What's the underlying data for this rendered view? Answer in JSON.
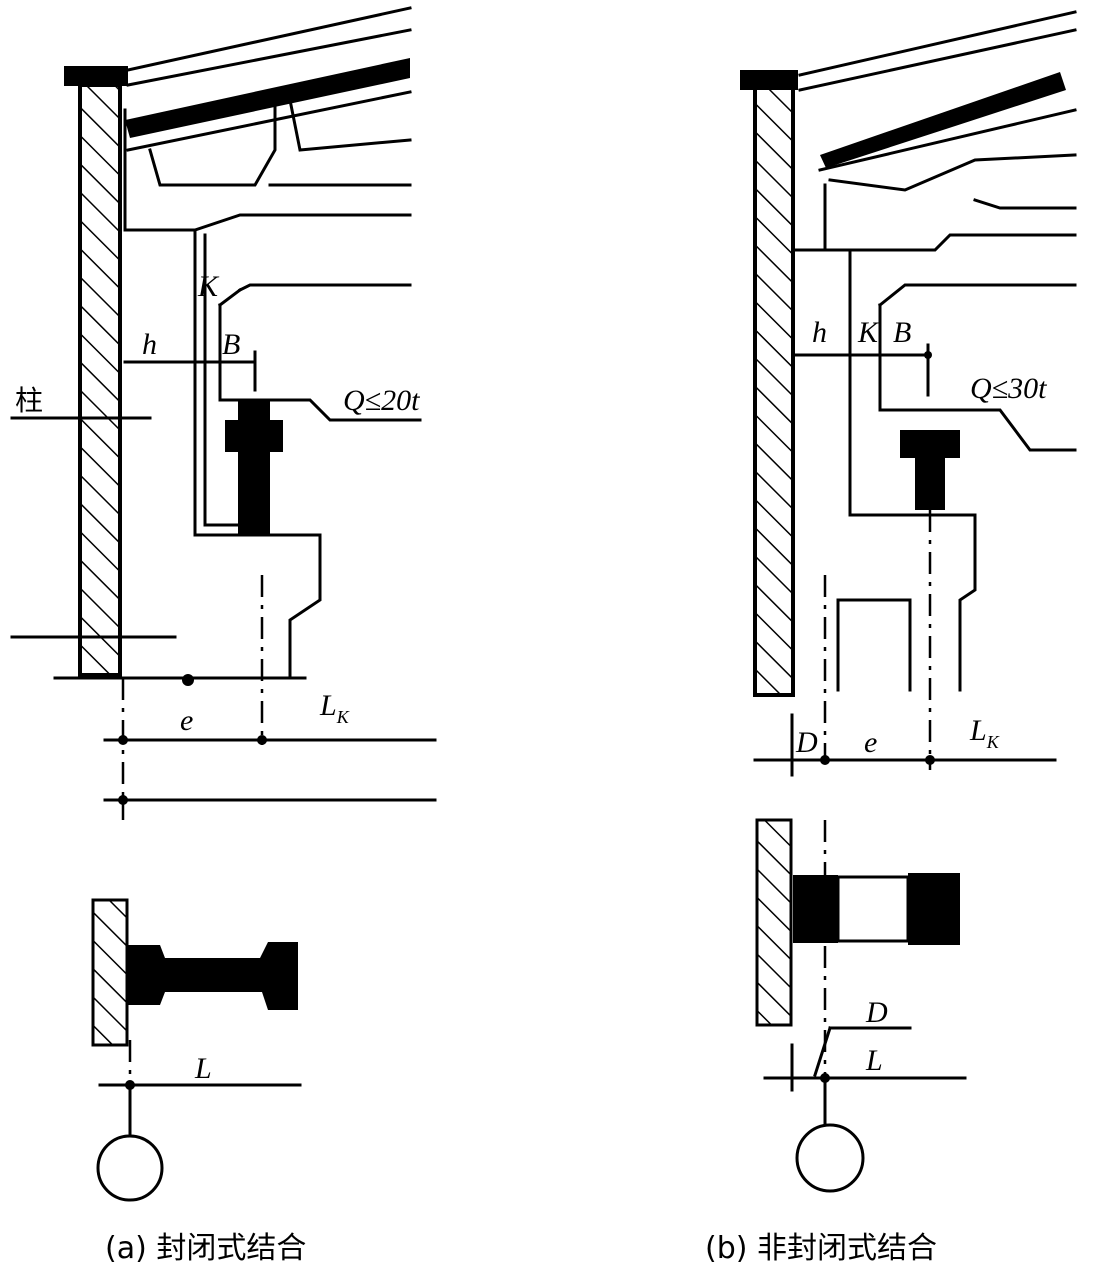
{
  "panel_a": {
    "label_column": "柱",
    "label_h": "h",
    "label_k": "K",
    "label_b": "B",
    "label_q": "Q≤20t",
    "label_e": "e",
    "label_lk_main": "L",
    "label_lk_sub": "K",
    "label_l": "L",
    "caption": "(a) 封闭式结合"
  },
  "panel_b": {
    "label_h": "h",
    "label_k": "K",
    "label_b": "B",
    "label_q": "Q≤30t",
    "label_d": "D",
    "label_e": "e",
    "label_lk_main": "L",
    "label_lk_sub": "K",
    "label_d2": "D",
    "label_l": "L",
    "caption": "(b) 非封闭式结合"
  }
}
